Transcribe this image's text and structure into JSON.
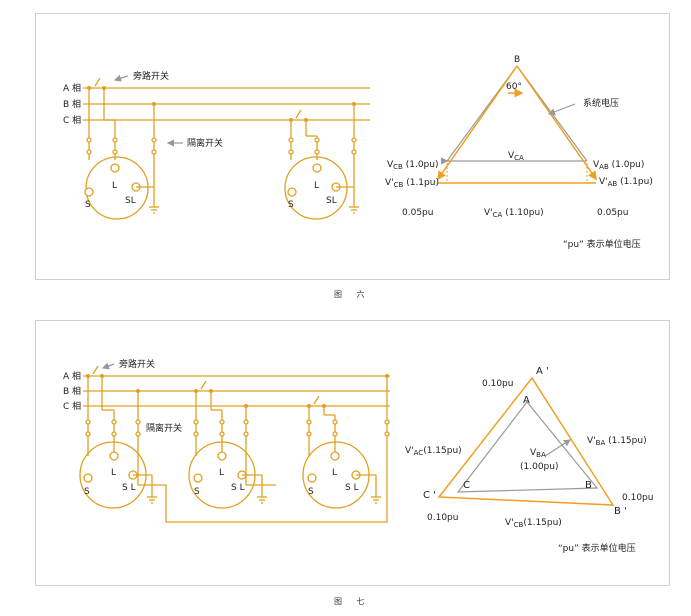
{
  "figure6": {
    "caption": "图 六",
    "phase_a": "A 相",
    "phase_b": "B 相",
    "phase_c": "C 相",
    "bypass_switch": "旁路开关",
    "isolating_switch": "隔离开关",
    "terminal_s": "S",
    "terminal_l": "L",
    "terminal_sl": "SL",
    "vertex_b": "B",
    "angle": "60°",
    "system_voltage": "系统电压",
    "v_cb": "V",
    "v_cb_sub": "CB",
    "v_cb_val": " (1.0pu)",
    "v_cb_prime": "V'",
    "v_cb_prime_sub": "CB",
    "v_cb_prime_val": " (1.1pu)",
    "v_ab": "V",
    "v_ab_sub": "AB",
    "v_ab_val": " (1.0pu)",
    "v_ab_prime": "V'",
    "v_ab_prime_sub": "AB",
    "v_ab_prime_val": " (1.1pu)",
    "v_ca": "V",
    "v_ca_sub": "CA",
    "v_ca_prime": "V'",
    "v_ca_prime_sub": "CA",
    "v_ca_prime_val": " (1.10pu)",
    "left_offset": "0.05pu",
    "right_offset": "0.05pu",
    "pu_note": "“pu” 表示单位电压"
  },
  "figure7": {
    "caption": "图 七",
    "phase_a": "A 相",
    "phase_b": "B 相",
    "phase_c": "C 相",
    "bypass_switch": "旁路开关",
    "isolating_switch": "隔离开关",
    "terminal_s": "S",
    "terminal_l": "L",
    "terminal_sl": "S L",
    "vertex_a_prime": "A '",
    "vertex_a": "A",
    "vertex_b": "B",
    "vertex_b_prime": "B '",
    "vertex_c": "C",
    "vertex_c_prime": "C '",
    "top_offset": "0.10pu",
    "right_offset": "0.10pu",
    "left_offset": "0.10pu",
    "v_ac_prime": "V'",
    "v_ac_prime_sub": "AC",
    "v_ac_prime_val": "(1.15pu)",
    "v_ba_prime": "V'",
    "v_ba_prime_sub": "BA",
    "v_ba_prime_val": " (1.15pu)",
    "v_ba": "V",
    "v_ba_sub": "BA",
    "v_ba_val": "(1.00pu)",
    "v_cb_prime": "V'",
    "v_cb_prime_sub": "CB",
    "v_cb_prime_val": "(1.15pu)",
    "pu_note": "“pu” 表示单位电压"
  }
}
